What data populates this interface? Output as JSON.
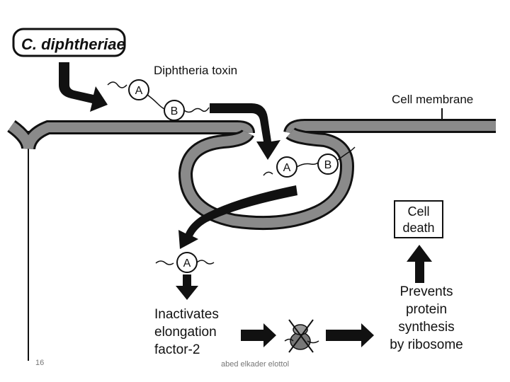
{
  "title": "C. diphtheriae",
  "labels": {
    "toxin": "Diphtheria toxin",
    "membrane": "Cell membrane",
    "cell_death": [
      "Cell",
      "death"
    ],
    "inactivates": [
      "Inactivates",
      "elongation",
      "factor-2"
    ],
    "prevents": [
      "Prevents",
      "protein",
      "synthesis",
      "by ribosome"
    ]
  },
  "subunits": {
    "a": "A",
    "b": "B"
  },
  "footer": {
    "slide_number": "16",
    "author": "abed elkader elottol"
  },
  "colors": {
    "stroke": "#111111",
    "membrane_fill": "#8a8a8a",
    "arrow_fill": "#111111",
    "ribosome": "#777777"
  }
}
